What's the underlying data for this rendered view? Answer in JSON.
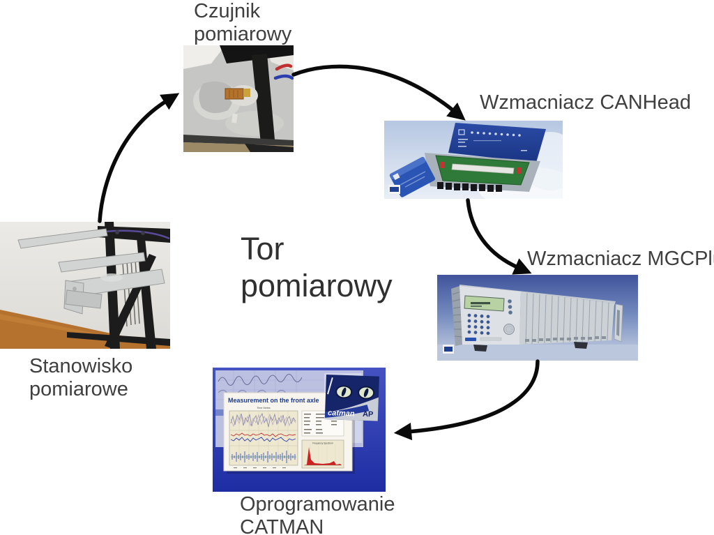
{
  "title": "Tor\npomiarowy",
  "colors": {
    "arrow": "#0a0a0a",
    "label": "#3f3f3f"
  },
  "nodes": {
    "stand": {
      "label": "Stanowisko\npomiarowe"
    },
    "sensor": {
      "label": "Czujnik\npomiarowy"
    },
    "canhead": {
      "label": "Wzmacniacz CANHead"
    },
    "mgcplus": {
      "label": "Wzmacniacz MGCPlus"
    },
    "software": {
      "label": "Oprogramowanie\nCATMAN"
    }
  },
  "software_screenshot": {
    "window_title": "Measurement on the front axle",
    "time_series_caption": "Time Series",
    "frequency_caption": "Frequency Spectrum",
    "logo_text": "catman",
    "logo_suffix": "AP"
  }
}
